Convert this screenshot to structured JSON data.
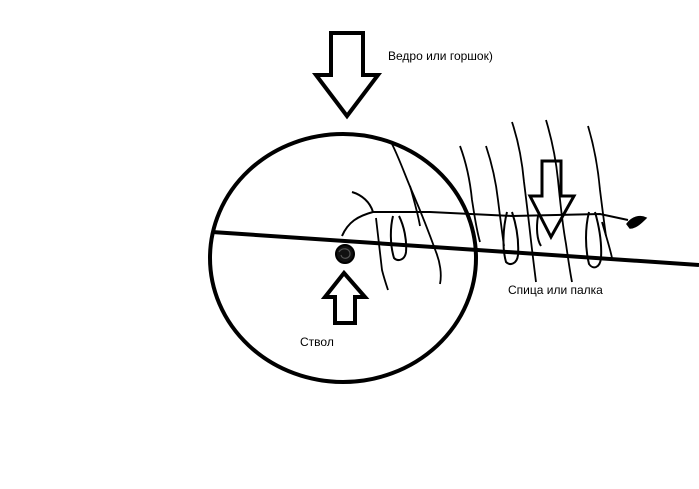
{
  "labels": {
    "bucket": "Ведро или горшок)",
    "spoke": "Спица или палка",
    "trunk": "Ствол"
  },
  "colors": {
    "stroke": "#000000",
    "background": "#ffffff"
  }
}
